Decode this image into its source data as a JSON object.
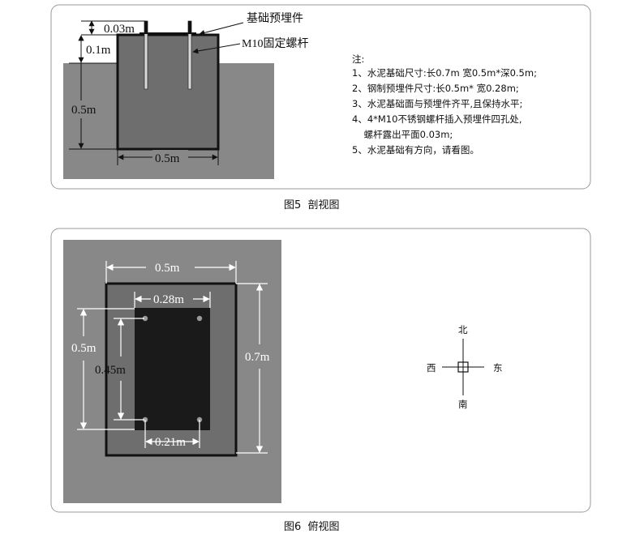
{
  "section_view": {
    "dim_top_offset": "0.03m",
    "dim_depth_top": "0.1m",
    "dim_depth": "0.5m",
    "dim_width": "0.5m",
    "callout_embedded": "基础预埋件",
    "callout_bolt": "M10固定螺杆",
    "notes": {
      "title": "注:",
      "lines": [
        "1、水泥基础尺寸:长0.7m 宽0.5m*深0.5m;",
        "2、钢制预埋件尺寸:长0.5m* 宽0.28m;",
        "3、水泥基础面与预埋件齐平,且保持水平;",
        "4、4*M10不锈钢螺杆插入预埋件四孔处,",
        "    螺杆露出平面0.03m;",
        "5、水泥基础有方向，请看图。"
      ]
    },
    "caption": "图5  剖视图"
  },
  "plan_view": {
    "dim_base_width": "0.5m",
    "dim_plate_width": "0.28m",
    "dim_base_height": "0.5m",
    "dim_hole_spacing_v": "0.45m",
    "dim_hole_spacing_h": "0.21m",
    "dim_length": "0.7m",
    "compass": {
      "north": "北",
      "south": "南",
      "west": "西",
      "east": "东"
    },
    "caption": "图6  俯视图"
  },
  "colors": {
    "ground": "#888888",
    "concrete": "#6e6e6e",
    "plate": "#1a1a1a",
    "bolt": "#d8d8d8",
    "panel_border": "#9a9a9a"
  }
}
